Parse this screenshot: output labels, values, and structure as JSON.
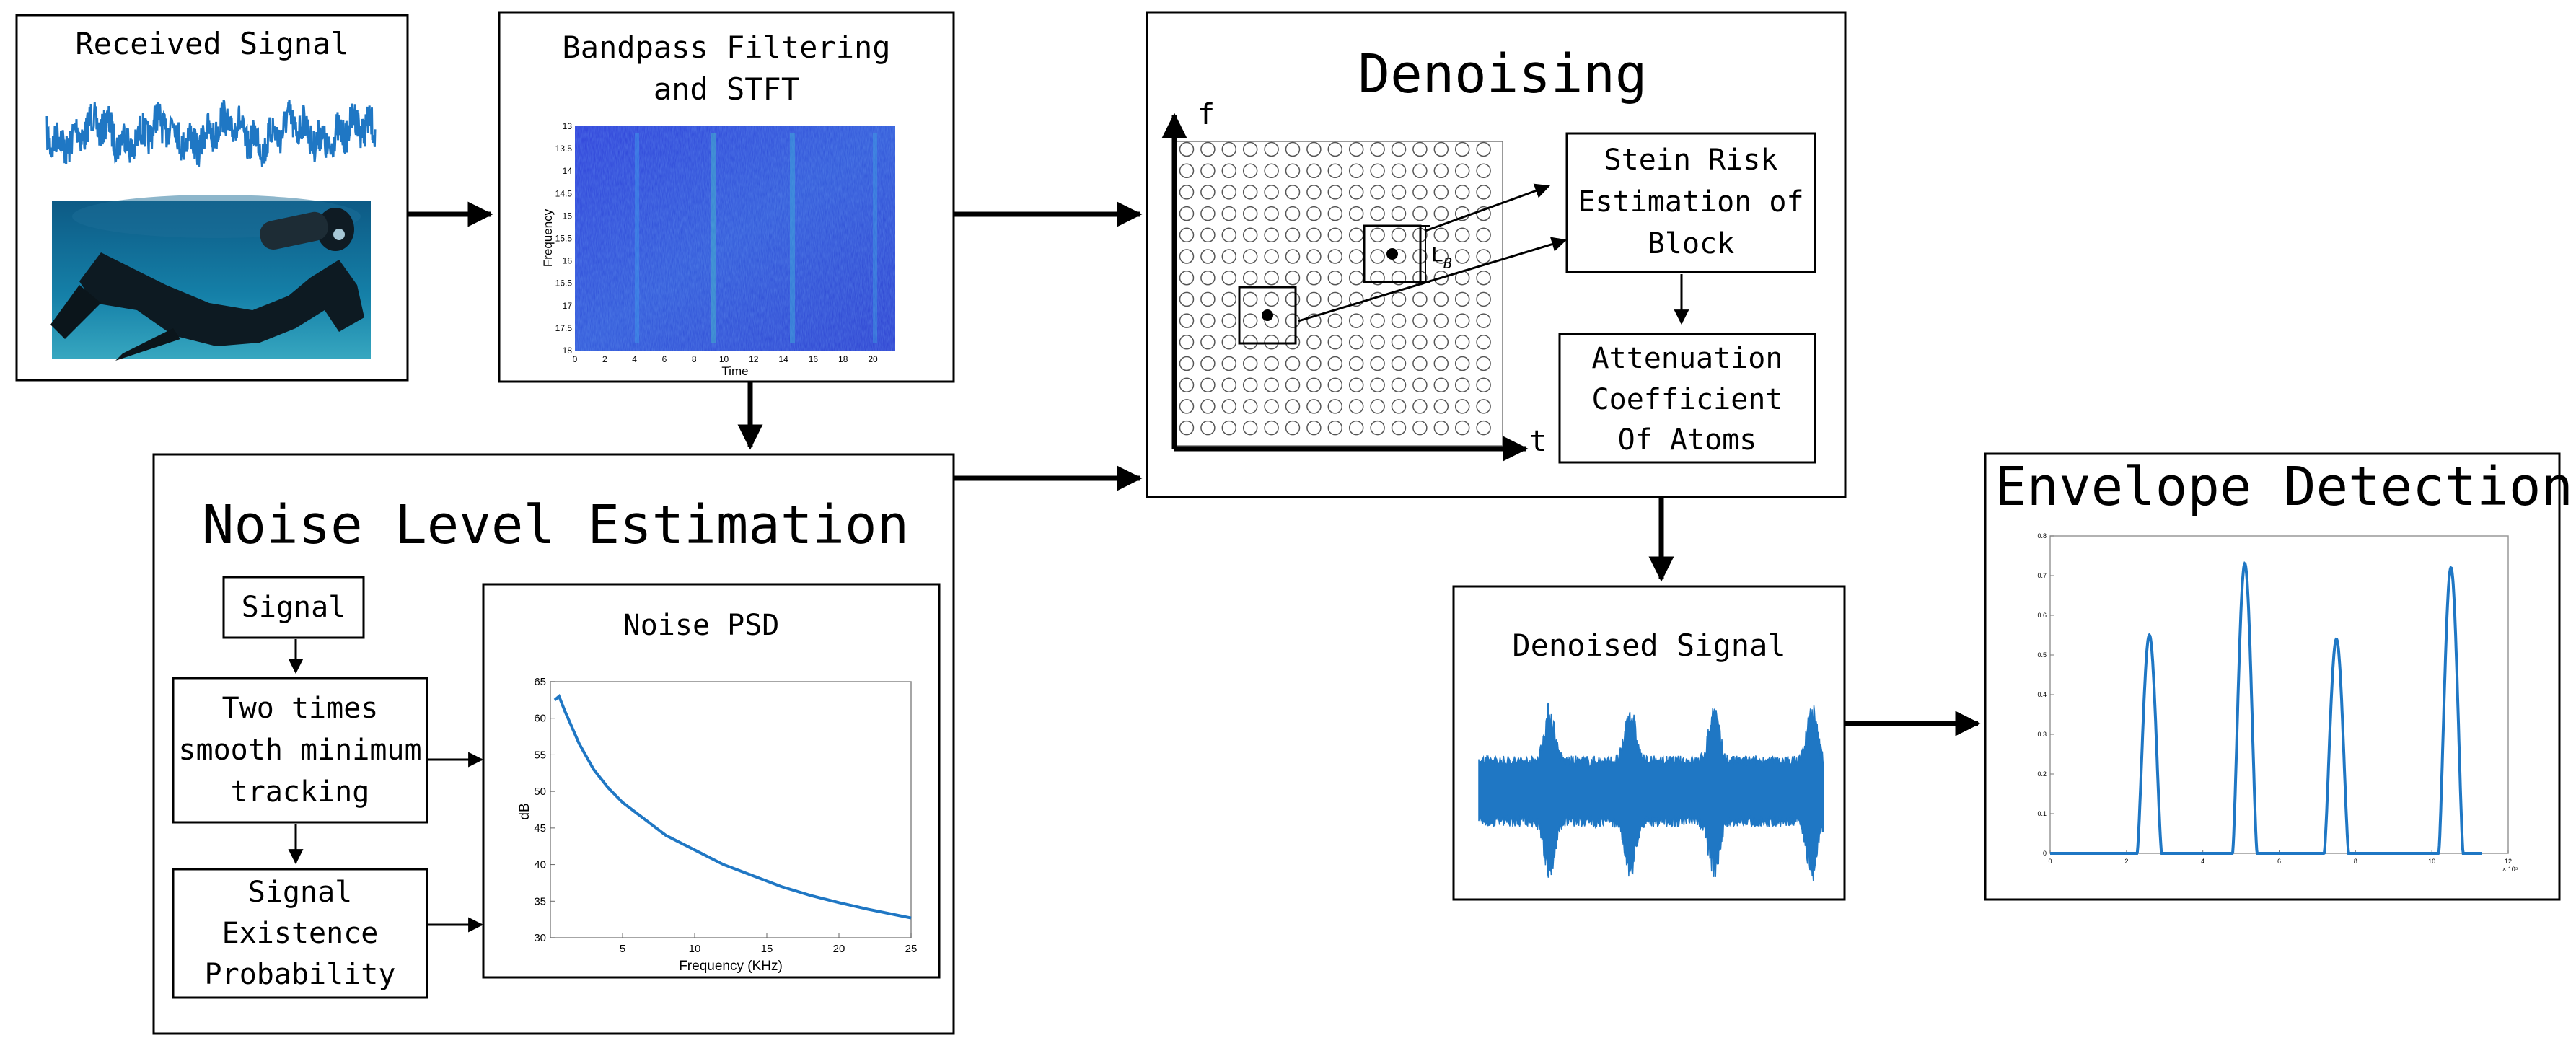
{
  "colors": {
    "signal_blue": "#1f77c4",
    "spectrogram_bg": "#2a3fd0",
    "ink": "#000000",
    "page": "#ffffff"
  },
  "received_signal": {
    "title": "Received Signal",
    "photo": "diver-underwater-photo"
  },
  "bandpass": {
    "title_line1": "Bandpass Filtering",
    "title_line2": "and STFT",
    "spectrogram": {
      "xlabel": "Time",
      "ylabel": "Frequency",
      "xticks": [
        "0",
        "2",
        "4",
        "6",
        "8",
        "10",
        "12",
        "14",
        "16",
        "18",
        "20"
      ],
      "yticks": [
        "13",
        "13.5",
        "14",
        "14.5",
        "15",
        "15.5",
        "16",
        "16.5",
        "17",
        "17.5",
        "18"
      ]
    }
  },
  "denoising": {
    "title": "Denoising",
    "axis_f": "f",
    "axis_t": "t",
    "block_label": "L",
    "block_label_sub": "B",
    "stein_line1": "Stein Risk",
    "stein_line2": "Estimation of",
    "stein_line3": "Block",
    "atten_line1": "Attenuation",
    "atten_line2": "Coefficient",
    "atten_line3": "Of Atoms"
  },
  "noise_level": {
    "title": "Noise Level Estimation",
    "signal_box": "Signal",
    "smooth_line1": "Two times",
    "smooth_line2": "smooth minimum",
    "smooth_line3": "tracking",
    "prob_line1": "Signal",
    "prob_line2": "Existence",
    "prob_line3": "Probability"
  },
  "denoised": {
    "title": "Denoised Signal"
  },
  "envelope": {
    "title": "Envelope Detection"
  },
  "chart_data": [
    {
      "type": "line",
      "title": "Noise PSD",
      "xlabel": "Frequency (KHz)",
      "ylabel": "dB",
      "xlim": [
        0,
        25
      ],
      "ylim": [
        30,
        65
      ],
      "xticks": [
        "5",
        "10",
        "15",
        "20",
        "25"
      ],
      "yticks": [
        "30",
        "35",
        "40",
        "45",
        "50",
        "55",
        "60",
        "65"
      ],
      "x": [
        0.3,
        0.6,
        1,
        2,
        3,
        4,
        5,
        6,
        8,
        10,
        12,
        14,
        16,
        18,
        20,
        22,
        25
      ],
      "y": [
        62.5,
        63,
        61,
        56.5,
        53,
        50.5,
        48.5,
        47,
        44,
        42,
        40,
        38.5,
        37,
        35.8,
        34.8,
        33.9,
        32.7
      ]
    },
    {
      "type": "line",
      "title": "",
      "xlabel": "",
      "ylabel": "",
      "xlim": [
        0,
        12
      ],
      "ylim": [
        0,
        0.8
      ],
      "xticks": [
        "0",
        "2",
        "4",
        "6",
        "8",
        "10",
        "12"
      ],
      "yticks": [
        "0",
        "0.1",
        "0.2",
        "0.3",
        "0.4",
        "0.5",
        "0.6",
        "0.7",
        "0.8"
      ],
      "x_exponent": "× 10⁵",
      "peaks": [
        {
          "center": 2.6,
          "height": 0.55
        },
        {
          "center": 5.1,
          "height": 0.73
        },
        {
          "center": 7.5,
          "height": 0.54
        },
        {
          "center": 10.5,
          "height": 0.72
        }
      ]
    }
  ]
}
